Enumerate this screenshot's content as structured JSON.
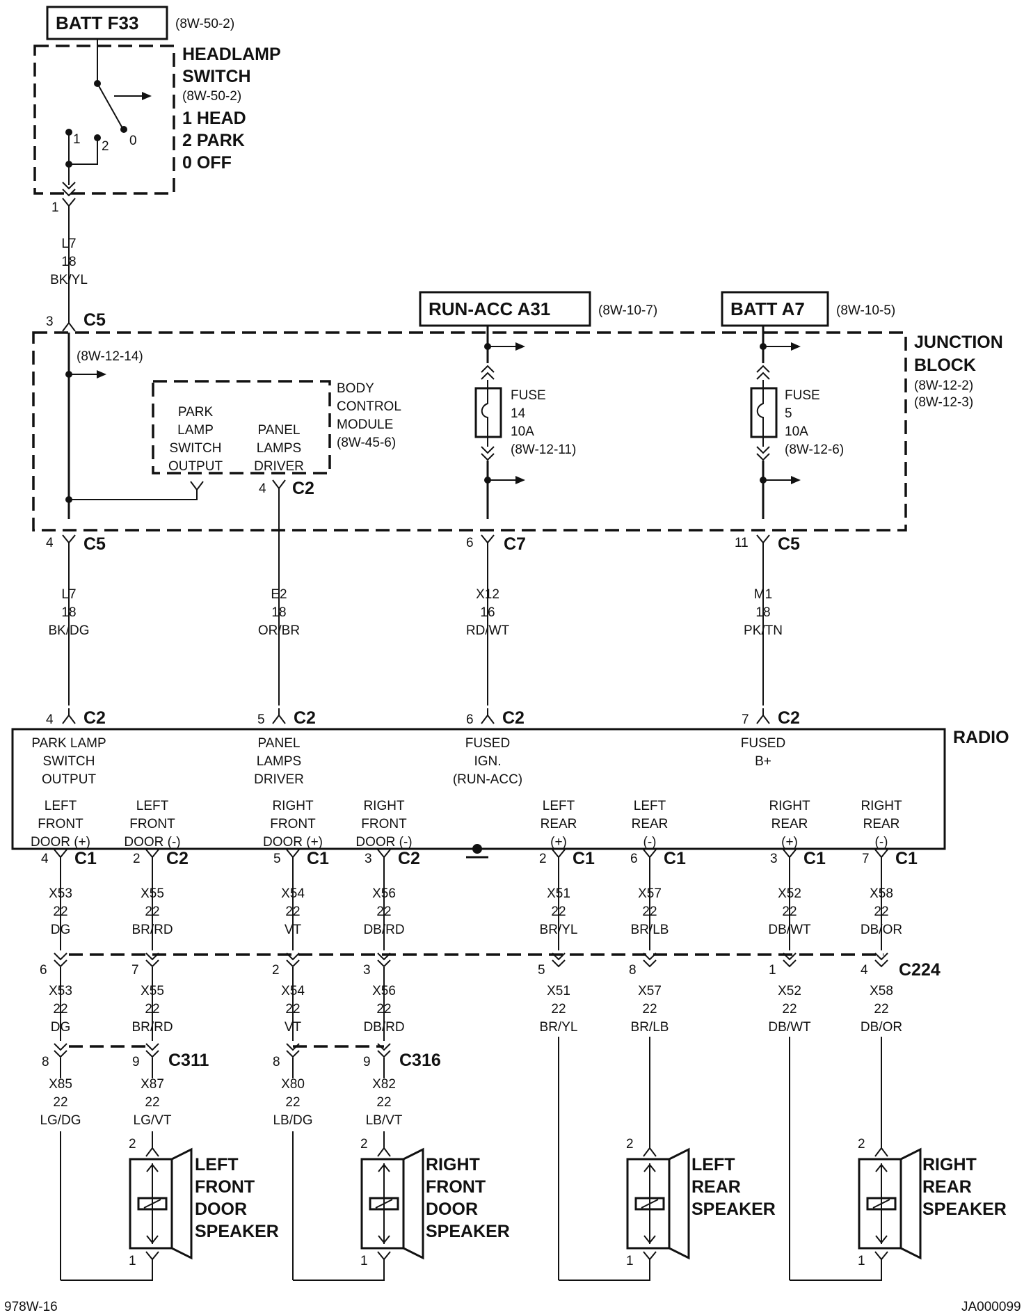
{
  "sources": {
    "batt_f33": {
      "label": "BATT F33",
      "ref": "(8W-50-2)"
    },
    "run_acc_a31": {
      "label": "RUN-ACC A31",
      "ref": "(8W-10-7)"
    },
    "batt_a7": {
      "label": "BATT A7",
      "ref": "(8W-10-5)"
    }
  },
  "headlamp_switch": {
    "l1": "HEADLAMP",
    "l2": "SWITCH",
    "ref": "(8W-50-2)",
    "pos1": "1 HEAD",
    "pos2": "2 PARK",
    "pos0": "0 OFF",
    "pin1": "1",
    "pin2": "2",
    "pin0": "0",
    "out_pin": "1"
  },
  "junction_block": {
    "l1": "JUNCTION",
    "l2": "BLOCK",
    "ref1": "(8W-12-2)",
    "ref2": "(8W-12-3)",
    "ref_splice": "(8W-12-14)"
  },
  "bcm": {
    "l1": "BODY",
    "l2": "CONTROL",
    "l3": "MODULE",
    "ref": "(8W-45-6)",
    "out1": "PARK",
    "out2": "LAMP",
    "out3": "SWITCH",
    "out4": "OUTPUT",
    "drv1": "PANEL",
    "drv2": "LAMPS",
    "drv3": "DRIVER"
  },
  "fuse14": {
    "l1": "FUSE",
    "l2": "14",
    "l3": "10A",
    "ref": "(8W-12-11)"
  },
  "fuse5": {
    "l1": "FUSE",
    "l2": "5",
    "l3": "10A",
    "ref": "(8W-12-6)"
  },
  "connectors": {
    "c5_in": {
      "pin": "3",
      "name": "C5"
    },
    "bcm_c2": {
      "pin": "4",
      "name": "C2"
    },
    "jb_c5_left": {
      "pin": "4",
      "name": "C5"
    },
    "jb_c7": {
      "pin": "6",
      "name": "C7"
    },
    "jb_c5_right": {
      "pin": "11",
      "name": "C5"
    },
    "radio_c2_a": {
      "pin": "4",
      "name": "C2"
    },
    "radio_c2_b": {
      "pin": "5",
      "name": "C2"
    },
    "radio_c2_c": {
      "pin": "6",
      "name": "C2"
    },
    "radio_c2_d": {
      "pin": "7",
      "name": "C2"
    }
  },
  "upper_wires": {
    "l7_in": {
      "c": "L7",
      "g": "18",
      "col": "BK/YL"
    },
    "l7": {
      "c": "L7",
      "g": "18",
      "col": "BK/DG"
    },
    "e2": {
      "c": "E2",
      "g": "18",
      "col": "OR/BR"
    },
    "x12": {
      "c": "X12",
      "g": "16",
      "col": "RD/WT"
    },
    "m1": {
      "c": "M1",
      "g": "18",
      "col": "PK/TN"
    }
  },
  "radio": {
    "title": "RADIO",
    "in1": [
      "PARK LAMP",
      "SWITCH",
      "OUTPUT"
    ],
    "in2": [
      "PANEL",
      "LAMPS",
      "DRIVER"
    ],
    "in3": [
      "FUSED",
      "IGN.",
      "(RUN-ACC)"
    ],
    "in4": [
      "FUSED",
      "B+"
    ],
    "spk": [
      [
        "LEFT",
        "FRONT",
        "DOOR (+)"
      ],
      [
        "LEFT",
        "FRONT",
        "DOOR (-)"
      ],
      [
        "RIGHT",
        "FRONT",
        "DOOR (+)"
      ],
      [
        "RIGHT",
        "FRONT",
        "DOOR (-)"
      ],
      [
        "LEFT",
        "REAR",
        "(+)"
      ],
      [
        "LEFT",
        "REAR",
        "(-)"
      ],
      [
        "RIGHT",
        "REAR",
        "(+)"
      ],
      [
        "RIGHT",
        "REAR",
        "(-)"
      ]
    ]
  },
  "speaker_circuits": [
    {
      "rp": "4",
      "rc": "C1",
      "c": "X53",
      "g": "22",
      "col": "DG",
      "sp": "6"
    },
    {
      "rp": "2",
      "rc": "C2",
      "c": "X55",
      "g": "22",
      "col": "BR/RD",
      "sp": "7"
    },
    {
      "rp": "5",
      "rc": "C1",
      "c": "X54",
      "g": "22",
      "col": "VT",
      "sp": "2"
    },
    {
      "rp": "3",
      "rc": "C2",
      "c": "X56",
      "g": "22",
      "col": "DB/RD",
      "sp": "3"
    },
    {
      "rp": "2",
      "rc": "C1",
      "c": "X51",
      "g": "22",
      "col": "BR/YL",
      "sp": "5"
    },
    {
      "rp": "6",
      "rc": "C1",
      "c": "X57",
      "g": "22",
      "col": "BR/LB",
      "sp": "8"
    },
    {
      "rp": "3",
      "rc": "C1",
      "c": "X52",
      "g": "22",
      "col": "DB/WT",
      "sp": "1"
    },
    {
      "rp": "7",
      "rc": "C1",
      "c": "X58",
      "g": "22",
      "col": "DB/OR",
      "sp": "4"
    }
  ],
  "c224": "C224",
  "door_connectors": {
    "c311": {
      "name": "C311",
      "pa": "8",
      "pb": "9"
    },
    "c316": {
      "name": "C316",
      "pa": "8",
      "pb": "9"
    }
  },
  "door_wires": [
    {
      "c": "X85",
      "g": "22",
      "col": "LG/DG"
    },
    {
      "c": "X87",
      "g": "22",
      "col": "LG/VT"
    },
    {
      "c": "X80",
      "g": "22",
      "col": "LB/DG"
    },
    {
      "c": "X82",
      "g": "22",
      "col": "LB/VT"
    }
  ],
  "speakers": [
    {
      "l1": "LEFT",
      "l2": "FRONT",
      "l3": "DOOR",
      "l4": "SPEAKER",
      "p2": "2",
      "p1": "1"
    },
    {
      "l1": "RIGHT",
      "l2": "FRONT",
      "l3": "DOOR",
      "l4": "SPEAKER",
      "p2": "2",
      "p1": "1"
    },
    {
      "l1": "LEFT",
      "l2": "REAR",
      "l3": "SPEAKER",
      "p2": "2",
      "p1": "1"
    },
    {
      "l1": "RIGHT",
      "l2": "REAR",
      "l3": "SPEAKER",
      "p2": "2",
      "p1": "1"
    }
  ],
  "footer": {
    "left": "978W-16",
    "right": "JA000099"
  }
}
